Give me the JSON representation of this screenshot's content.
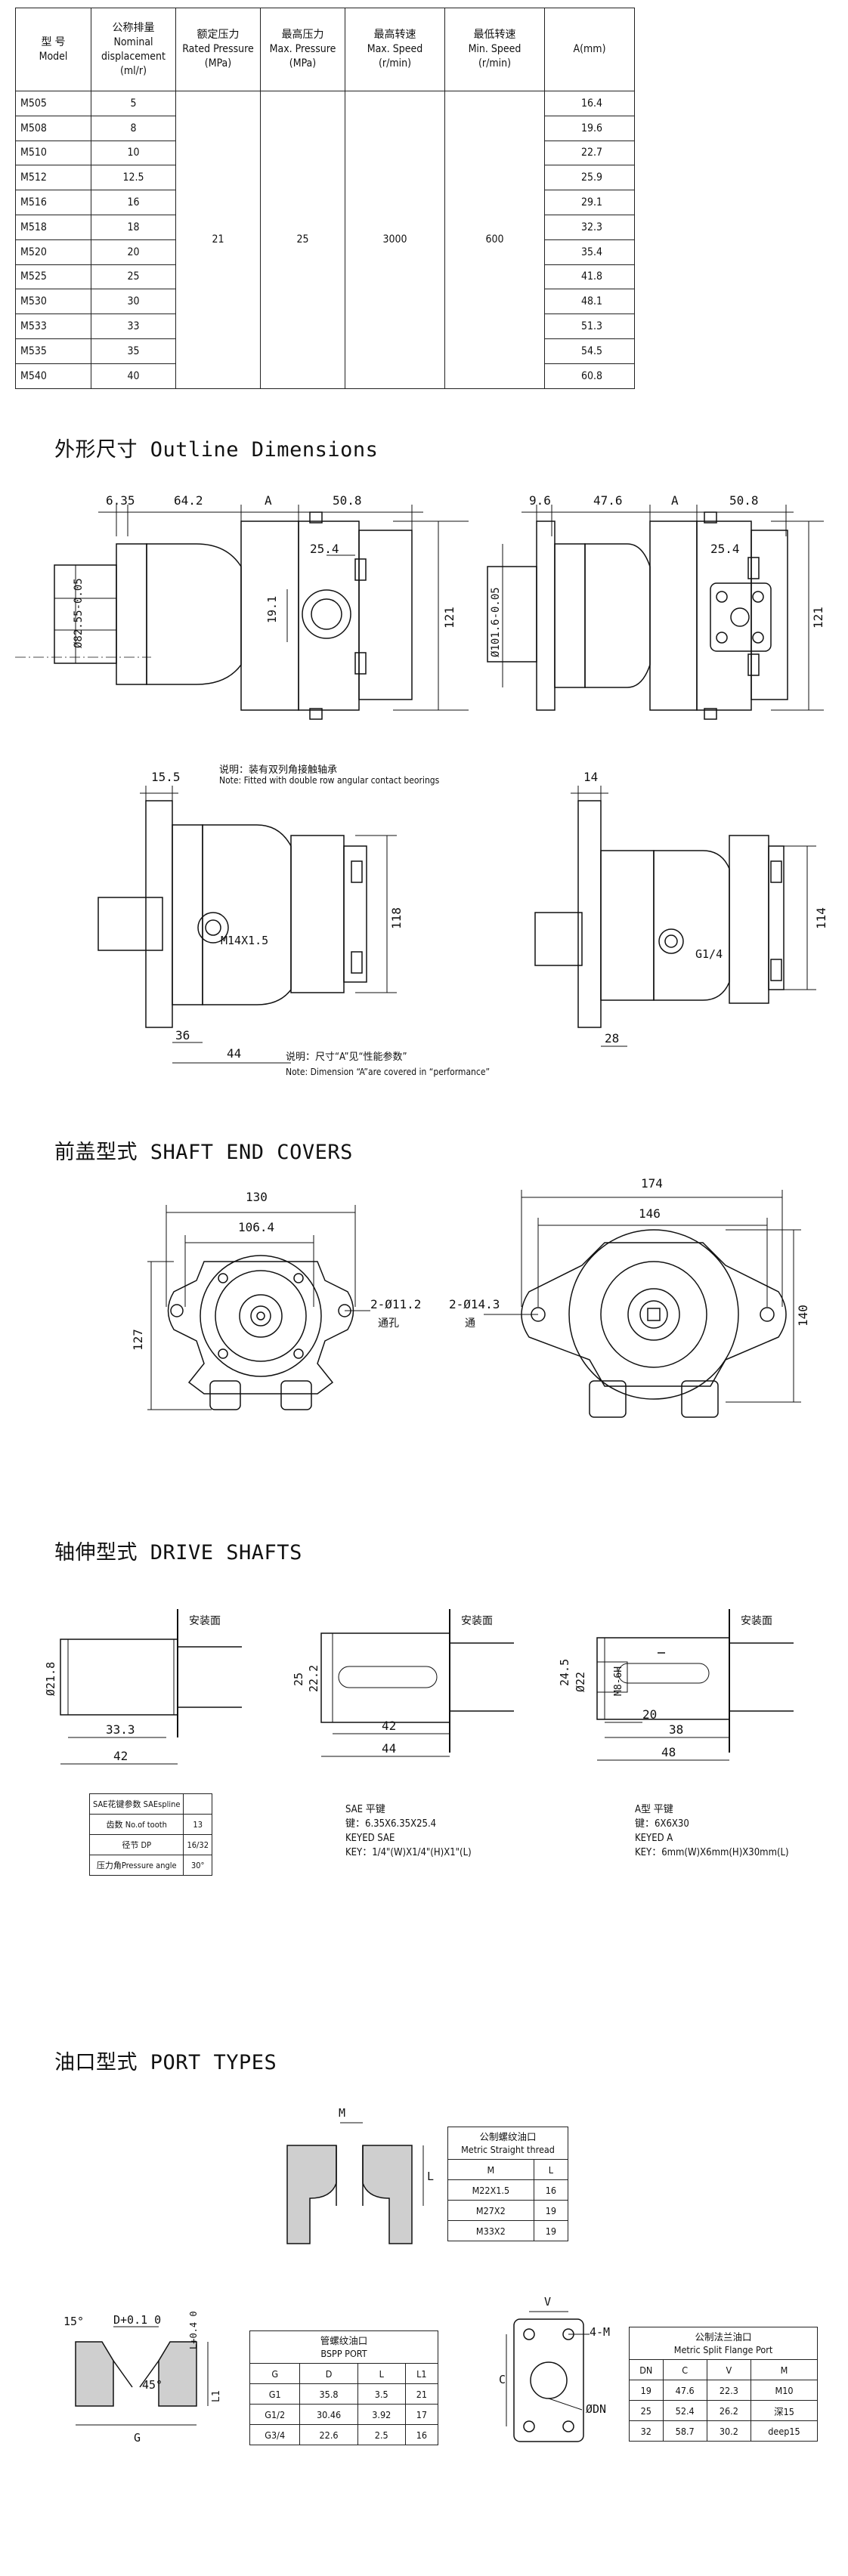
{
  "spec_table": {
    "headers": [
      {
        "cn": "型 号",
        "en": "Model"
      },
      {
        "cn": "公称排量",
        "en": "Nominal displacement",
        "unit": "(ml/r)"
      },
      {
        "cn": "额定压力",
        "en": "Rated Pressure",
        "unit": "(MPa)"
      },
      {
        "cn": "最高压力",
        "en": "Max. Pressure",
        "unit": "(MPa)"
      },
      {
        "cn": "最高转速",
        "en": "Max. Speed",
        "unit": "(r/min)"
      },
      {
        "cn": "最低转速",
        "en": "Min. Speed",
        "unit": "(r/min)"
      },
      {
        "cn": "",
        "en": "A(mm)"
      }
    ],
    "shared": {
      "rated": "21",
      "max_p": "25",
      "max_s": "3000",
      "min_s": "600"
    },
    "rows": [
      [
        "M505",
        "5",
        "16.4"
      ],
      [
        "M508",
        "8",
        "19.6"
      ],
      [
        "M510",
        "10",
        "22.7"
      ],
      [
        "M512",
        "12.5",
        "25.9"
      ],
      [
        "M516",
        "16",
        "29.1"
      ],
      [
        "M518",
        "18",
        "32.3"
      ],
      [
        "M520",
        "20",
        "35.4"
      ],
      [
        "M525",
        "25",
        "41.8"
      ],
      [
        "M530",
        "30",
        "48.1"
      ],
      [
        "M533",
        "33",
        "51.3"
      ],
      [
        "M535",
        "35",
        "54.5"
      ],
      [
        "M540",
        "40",
        "60.8"
      ]
    ]
  },
  "outline": {
    "title": "外形尺寸 Outline Dimensions",
    "d1": {
      "a": "6.35",
      "b": "64.2",
      "c": "A",
      "d": "50.8",
      "e": "25.4",
      "f": "19.1",
      "h": "121",
      "dia": "Ø82.55-0.05"
    },
    "d2": {
      "a": "9.6",
      "b": "47.6",
      "c": "A",
      "d": "50.8",
      "e": "25.4",
      "h": "121",
      "dia": "Ø101.6-0.05"
    },
    "d3": {
      "a": "15.5",
      "port": "M14X1.5",
      "h": "118",
      "b": "36",
      "c": "44"
    },
    "d4": {
      "a": "14",
      "port": "G1/4",
      "h": "114",
      "b": "28"
    },
    "note1_cn": "说明：装有双列角接触轴承",
    "note1_en": "Note: Fitted with double row angular contact beorings",
    "note2_cn": "说明：尺寸“A”见“性能参数”",
    "note2_en": "Note: Dimension “A”are covered in “performance”"
  },
  "covers": {
    "title": "前盖型式 SHAFT END COVERS",
    "c1": {
      "w1": "130",
      "w2": "106.4",
      "h": "127",
      "holes": "2-Ø11.2",
      "holes_cn": "通孔"
    },
    "c2": {
      "w1": "174",
      "w2": "146",
      "h": "140",
      "holes": "2-Ø14.3",
      "holes_cn": "通"
    }
  },
  "shafts": {
    "title": "轴伸型式 DRIVE SHAFTS",
    "mount": "安装面",
    "s1": {
      "dia": "Ø21.8",
      "l1": "33.3",
      "l2": "42"
    },
    "s2": {
      "d1": "25",
      "d2": "22.2",
      "l": "42",
      "l2": "44"
    },
    "s3": {
      "d1": "24.5",
      "d2": "Ø22",
      "thread": "M8-6H",
      "l1": "20",
      "l2": "38",
      "l3": "48"
    },
    "spline_table": {
      "rows": [
        [
          "SAE花键参数 SAEspline",
          ""
        ],
        [
          "齿数 No.of tooth",
          "13"
        ],
        [
          "径节 DP",
          "16/32"
        ],
        [
          "压力角Pressure angle",
          "30°"
        ]
      ]
    },
    "sae_key": [
      "SAE 平键",
      "键：6.35X6.35X25.4",
      "KEYED SAE",
      "KEY：1/4\"(W)X1/4\"(H)X1\"(L)"
    ],
    "a_key": [
      "A型 平键",
      "键：6X6X30",
      "KEYED A",
      "KEY：6mm(W)X6mm(H)X30mm(L)"
    ]
  },
  "ports": {
    "title": "油口型式 PORT TYPES",
    "metric": {
      "dims": {
        "m": "M",
        "l": "L"
      },
      "caption_cn": "公制螺纹油口",
      "caption_en": "Metric Straight thread",
      "head": [
        "M",
        "L"
      ],
      "rows": [
        [
          "M22X1.5",
          "16"
        ],
        [
          "M27X2",
          "19"
        ],
        [
          "M33X2",
          "19"
        ]
      ]
    },
    "bspp": {
      "dims": {
        "angle": "15°",
        "d": "D+0.1 0",
        "l": "L+0.4 0",
        "l1": "L1",
        "a45": "45°",
        "g": "G"
      },
      "caption_cn": "管螺纹油口",
      "caption_en": "BSPP PORT",
      "head": [
        "G",
        "D",
        "L",
        "L1"
      ],
      "rows": [
        [
          "G1",
          "35.8",
          "3.5",
          "21"
        ],
        [
          "G1/2",
          "30.46",
          "3.92",
          "17"
        ],
        [
          "G3/4",
          "22.6",
          "2.5",
          "16"
        ]
      ]
    },
    "flange": {
      "dims": {
        "v": "V",
        "c": "C",
        "m": "4-M",
        "dn": "ØDN"
      },
      "caption_cn": "公制法兰油口",
      "caption_en": "Metric Split Flange Port",
      "head": [
        "DN",
        "C",
        "V",
        "M"
      ],
      "rows": [
        [
          "19",
          "47.6",
          "22.3",
          "M10"
        ],
        [
          "25",
          "52.4",
          "26.2",
          "深15"
        ],
        [
          "32",
          "58.7",
          "30.2",
          "deep15"
        ]
      ]
    }
  }
}
